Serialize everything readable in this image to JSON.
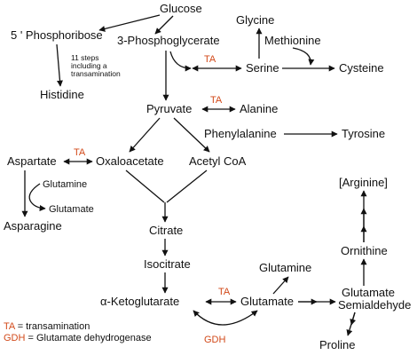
{
  "colors": {
    "enzyme_label": "#d24a1a",
    "text": "#111111",
    "arrow": "#111111"
  },
  "nodes": {
    "glucose": "Glucose",
    "phosphoribose": "5 ' Phosphoribose",
    "phosphoglycerate": "3-Phosphoglycerate",
    "glycine": "Glycine",
    "methionine": "Methionine",
    "serine": "Serine",
    "cysteine": "Cysteine",
    "histidine": "Histidine",
    "pyruvate": "Pyruvate",
    "alanine": "Alanine",
    "phenylalanine": "Phenylalanine",
    "tyrosine": "Tyrosine",
    "aspartate": "Aspartate",
    "oxaloacetate": "Oxaloacetate",
    "acetyl_coa": "Acetyl CoA",
    "glutamine_small": "Glutamine",
    "glutamate_small": "Glutamate",
    "asparagine": "Asparagine",
    "citrate": "Citrate",
    "isocitrate": "Isocitrate",
    "glutamine": "Glutamine",
    "arginine": "[Arginine]",
    "ornithine": "Ornithine",
    "ketoglutarate": "α-Ketoglutarate",
    "glutamate": "Glutamate",
    "glutamate_semialdehyde_1": "Glutamate",
    "glutamate_semialdehyde_2": "Semialdehyde",
    "proline": "Proline"
  },
  "notes": {
    "histidine_steps_1": "11 steps",
    "histidine_steps_2": "including a",
    "histidine_steps_3": "transamination"
  },
  "enzyme_labels": {
    "ta_serine": "TA",
    "ta_alanine": "TA",
    "ta_aspartate": "TA",
    "ta_glutamate": "TA",
    "gdh": "GDH"
  },
  "legend": {
    "ta_abbr": "TA",
    "ta_text": " = transamination",
    "gdh_abbr": "GDH",
    "gdh_text": " = Glutamate dehydrogenase"
  }
}
